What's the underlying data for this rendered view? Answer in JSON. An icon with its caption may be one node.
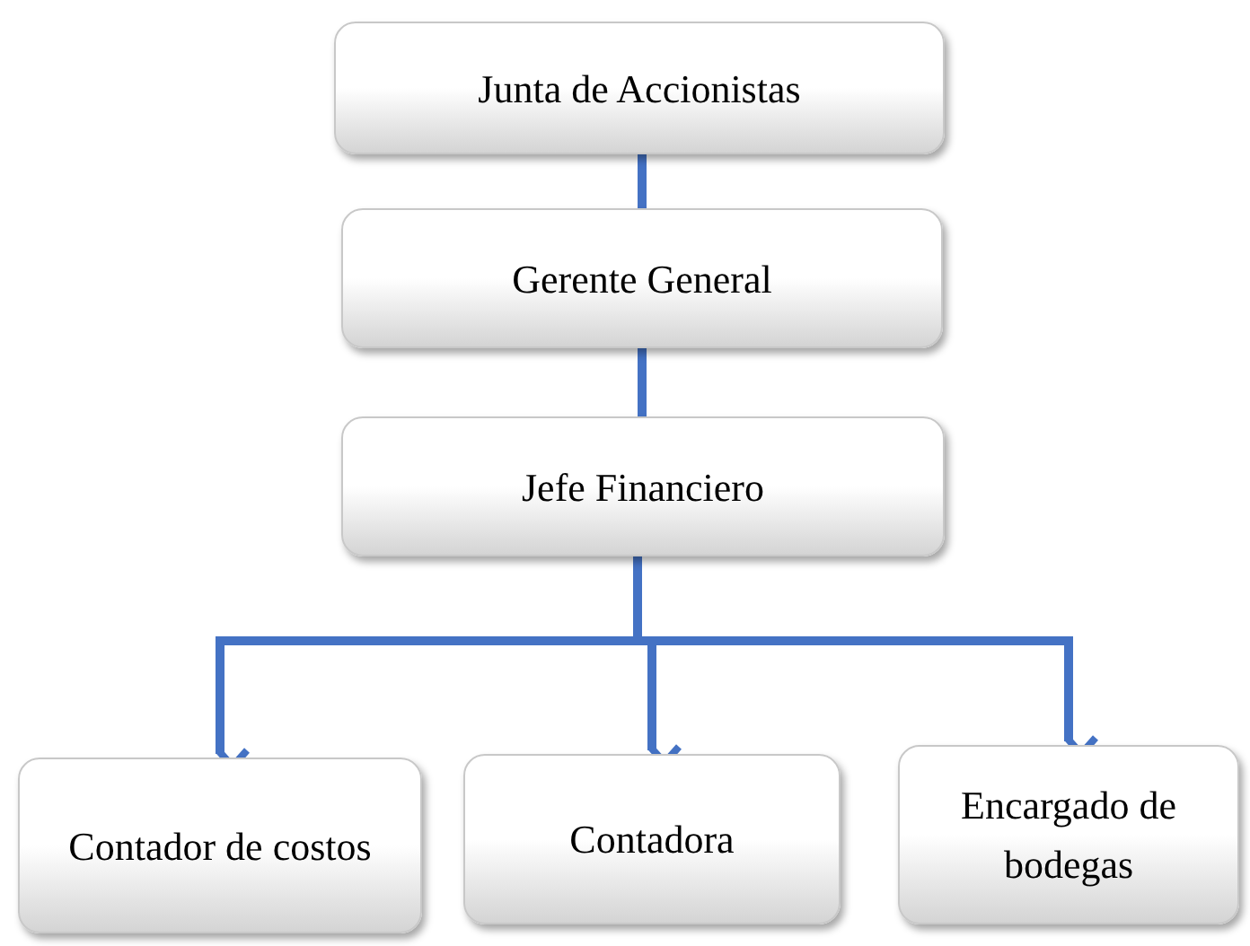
{
  "diagram": {
    "nodes": [
      {
        "text": [
          "Junta de Accionistas"
        ]
      },
      {
        "text": [
          "Gerente General"
        ]
      },
      {
        "text": [
          "Jefe Financiero"
        ]
      },
      {
        "text": [
          "Contador de costos"
        ]
      },
      {
        "text": [
          "Contadora"
        ]
      },
      {
        "text": [
          "Encargado de bodegas"
        ]
      }
    ],
    "edges": [
      {
        "from": 0,
        "to": 1,
        "arrow": "none"
      },
      {
        "from": 1,
        "to": 2,
        "arrow": "none"
      },
      {
        "from": 2,
        "to": 3,
        "arrow": "to"
      },
      {
        "from": 2,
        "to": 4,
        "arrow": "to"
      },
      {
        "from": 2,
        "to": 5,
        "arrow": "to"
      }
    ]
  }
}
